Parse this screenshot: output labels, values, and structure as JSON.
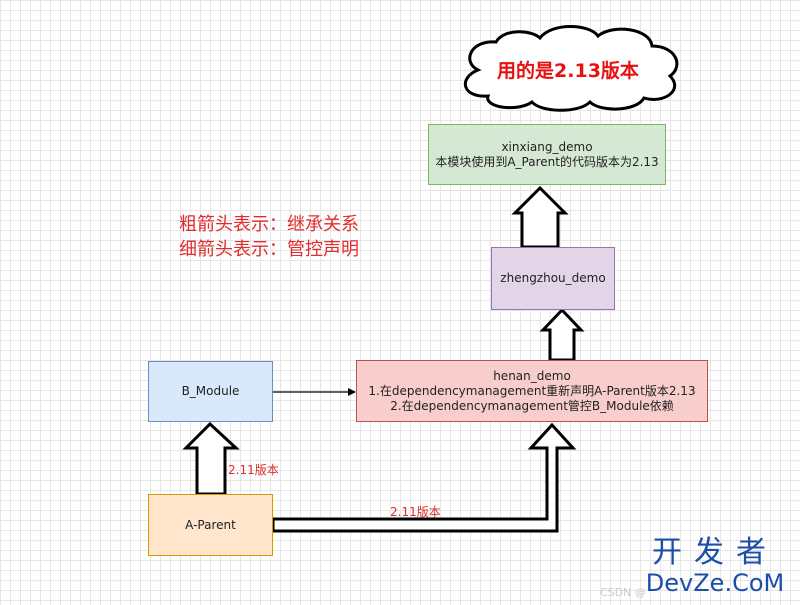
{
  "cloud": {
    "text": "用的是2.13版本"
  },
  "nodes": {
    "xinxiang": {
      "line1": "xinxiang_demo",
      "line2": "本模块使用到A_Parent的代码版本为2.13"
    },
    "zhengzhou": {
      "label": "zhengzhou_demo"
    },
    "henan": {
      "line1": "henan_demo",
      "line2": "1.在dependencymanagement重新声明A-Parent版本2.13",
      "line3": "2.在dependencymanagement管控B_Module依赖"
    },
    "b_module": {
      "label": "B_Module"
    },
    "a_parent": {
      "label": "A-Parent"
    }
  },
  "legend": {
    "line1": "粗箭头表示：继承关系",
    "line2": "细箭头表示：管控声明"
  },
  "edge_labels": {
    "a_to_b": "2.11版本",
    "a_to_henan": "2.11版本"
  },
  "brand": {
    "cn": "开发者",
    "en": "DevZe.CoM"
  },
  "watermark": "CSDN @"
}
